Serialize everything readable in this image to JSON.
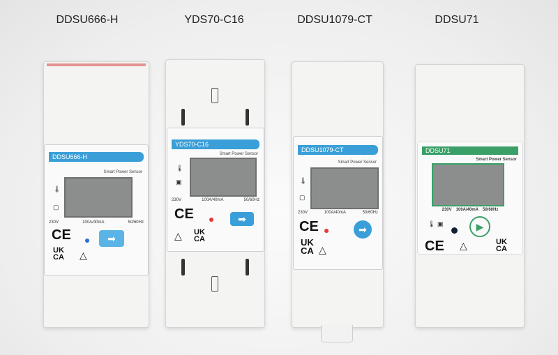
{
  "products": [
    {
      "title": "DDSU666-H",
      "label": "DDSU666-H",
      "subtitle": "Smart Power Sensor",
      "spec": [
        "230V",
        "100A/40mA",
        "50/60Hz"
      ],
      "ce": "CE",
      "ukca": [
        "UK",
        "CA"
      ],
      "accent": "#3a9fd8"
    },
    {
      "title": "YDS70-C16",
      "label": "YDS70-C16",
      "subtitle": "Smart Power Sensor",
      "spec": [
        "230V",
        "100A/40mA",
        "50/60Hz"
      ],
      "ce": "CE",
      "ukca": [
        "UK",
        "CA"
      ],
      "accent": "#3a9fd8"
    },
    {
      "title": "DDSU1079-CT",
      "label": "DDSU1079-CT",
      "subtitle": "Smart Power Sensor",
      "spec": [
        "230V",
        "100A/40mA",
        "50/60Hz"
      ],
      "ce": "CE",
      "ukca": [
        "UK",
        "CA"
      ],
      "accent": "#3a9fd8"
    },
    {
      "title": "DDSU71",
      "label": "DDSU71",
      "subtitle": "Smart Power Sensor",
      "spec": [
        "230V",
        "100A/40mA",
        "50/60Hz"
      ],
      "ce": "CE",
      "ukca": [
        "UK",
        "CA"
      ],
      "accent": "#3aa068"
    }
  ]
}
